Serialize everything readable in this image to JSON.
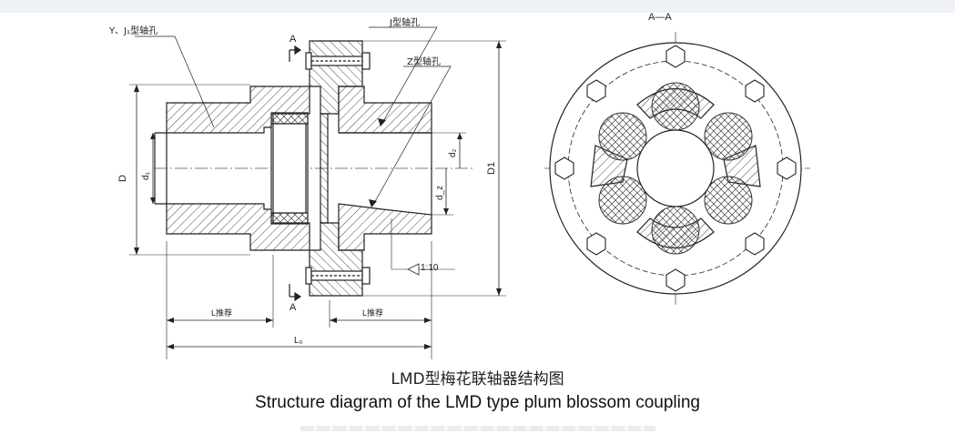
{
  "labels": {
    "y_j1_bore": "Y、J₁型轴孔",
    "j_bore": "J型轴孔",
    "z_bore": "Z型轴孔",
    "section_top": "A",
    "section_bottom": "A",
    "dim_D": "D",
    "dim_d1": "d₁",
    "dim_d2": "d₂",
    "dim_dz": "d_z",
    "dim_D1": "D1",
    "taper": "1:10",
    "dim_L_left": "L推荐",
    "dim_L_right": "L推荐",
    "dim_L0": "L₀",
    "section_view_title": "A—A"
  },
  "caption": {
    "chinese": "LMD型梅花联轴器结构图",
    "english": "Structure diagram of the LMD type plum blossom coupling"
  }
}
